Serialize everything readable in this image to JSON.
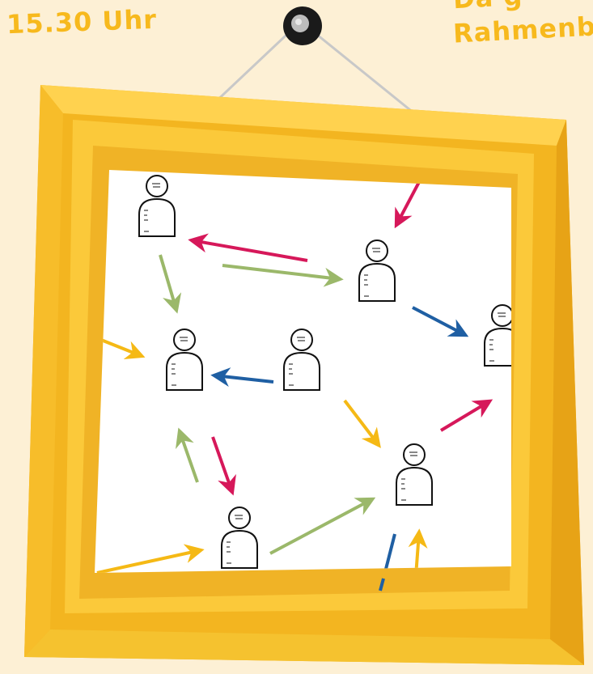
{
  "header": {
    "time_text": "15.30 Uhr",
    "partial_text_top": "Da g",
    "partial_text_frame": "Rahmenb"
  },
  "frame": {
    "outer_color": "#f3b520",
    "inner_color": "#ffd24f",
    "shadow_color": "#e39a10",
    "picture_bg": "#ffffff",
    "nail_color": "#1a1a1a",
    "string_color": "#c8c8c8"
  },
  "network": {
    "people": [
      {
        "id": "person-top-left"
      },
      {
        "id": "person-mid-left"
      },
      {
        "id": "person-center"
      },
      {
        "id": "person-top-right"
      },
      {
        "id": "person-right-edge"
      },
      {
        "id": "person-bottom-center"
      },
      {
        "id": "person-bottom-right"
      }
    ],
    "arrow_colors": {
      "red": "#d6185a",
      "green": "#9bb86a",
      "blue": "#1f5fa3",
      "yellow": "#f5b915"
    }
  }
}
